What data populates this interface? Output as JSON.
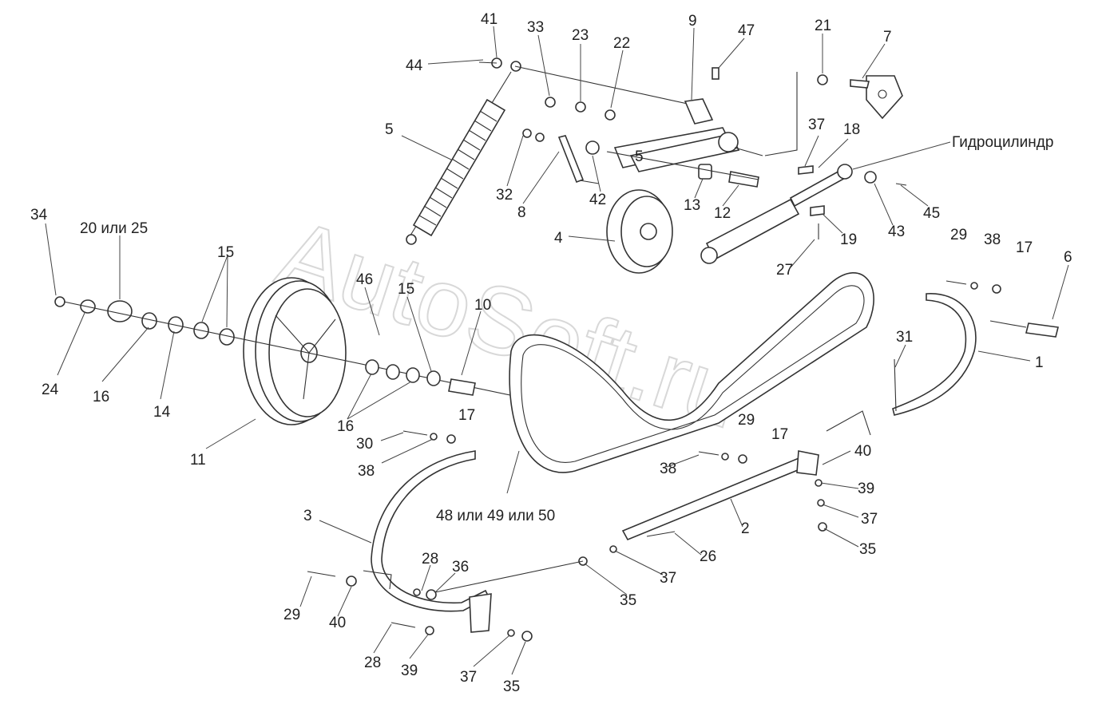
{
  "watermark": "AutoSoft.ru",
  "callouts": [
    {
      "id": "c41",
      "text": "41"
    },
    {
      "id": "c44",
      "text": "44"
    },
    {
      "id": "c33",
      "text": "33"
    },
    {
      "id": "c23",
      "text": "23"
    },
    {
      "id": "c22",
      "text": "22"
    },
    {
      "id": "c9",
      "text": "9"
    },
    {
      "id": "c47",
      "text": "47"
    },
    {
      "id": "c21",
      "text": "21"
    },
    {
      "id": "c7",
      "text": "7"
    },
    {
      "id": "c5a",
      "text": "5"
    },
    {
      "id": "c37a",
      "text": "37"
    },
    {
      "id": "c18",
      "text": "18"
    },
    {
      "id": "chyd",
      "text": "Гидроцилиндр"
    },
    {
      "id": "c5b",
      "text": "5"
    },
    {
      "id": "c32",
      "text": "32"
    },
    {
      "id": "c8",
      "text": "8"
    },
    {
      "id": "c42",
      "text": "42"
    },
    {
      "id": "c13",
      "text": "13"
    },
    {
      "id": "c12",
      "text": "12"
    },
    {
      "id": "c19",
      "text": "19"
    },
    {
      "id": "c43",
      "text": "43"
    },
    {
      "id": "c45",
      "text": "45"
    },
    {
      "id": "c34",
      "text": "34"
    },
    {
      "id": "c2025",
      "text": "20 или 25"
    },
    {
      "id": "c15a",
      "text": "15"
    },
    {
      "id": "c4",
      "text": "4"
    },
    {
      "id": "c27",
      "text": "27"
    },
    {
      "id": "c29a",
      "text": "29"
    },
    {
      "id": "c38a",
      "text": "38"
    },
    {
      "id": "c17a",
      "text": "17"
    },
    {
      "id": "c6",
      "text": "6"
    },
    {
      "id": "c46",
      "text": "46"
    },
    {
      "id": "c15b",
      "text": "15"
    },
    {
      "id": "c10",
      "text": "10"
    },
    {
      "id": "c24",
      "text": "24"
    },
    {
      "id": "c16a",
      "text": "16"
    },
    {
      "id": "c14",
      "text": "14"
    },
    {
      "id": "c1",
      "text": "1"
    },
    {
      "id": "c31",
      "text": "31"
    },
    {
      "id": "c11",
      "text": "11"
    },
    {
      "id": "c16b",
      "text": "16"
    },
    {
      "id": "c17b",
      "text": "17"
    },
    {
      "id": "c30",
      "text": "30"
    },
    {
      "id": "c38b",
      "text": "38"
    },
    {
      "id": "c29b",
      "text": "29"
    },
    {
      "id": "c17c",
      "text": "17"
    },
    {
      "id": "c38c",
      "text": "38"
    },
    {
      "id": "c40a",
      "text": "40"
    },
    {
      "id": "c39a",
      "text": "39"
    },
    {
      "id": "c37b",
      "text": "37"
    },
    {
      "id": "c35a",
      "text": "35"
    },
    {
      "id": "c3",
      "text": "3"
    },
    {
      "id": "cbelt",
      "text": "48 или 49 или 50"
    },
    {
      "id": "c2",
      "text": "2"
    },
    {
      "id": "c26",
      "text": "26"
    },
    {
      "id": "c28a",
      "text": "28"
    },
    {
      "id": "c36",
      "text": "36"
    },
    {
      "id": "c37c",
      "text": "37"
    },
    {
      "id": "c35b",
      "text": "35"
    },
    {
      "id": "c29c",
      "text": "29"
    },
    {
      "id": "c40b",
      "text": "40"
    },
    {
      "id": "c28b",
      "text": "28"
    },
    {
      "id": "c39b",
      "text": "39"
    },
    {
      "id": "c37d",
      "text": "37"
    },
    {
      "id": "c35c",
      "text": "35"
    }
  ]
}
